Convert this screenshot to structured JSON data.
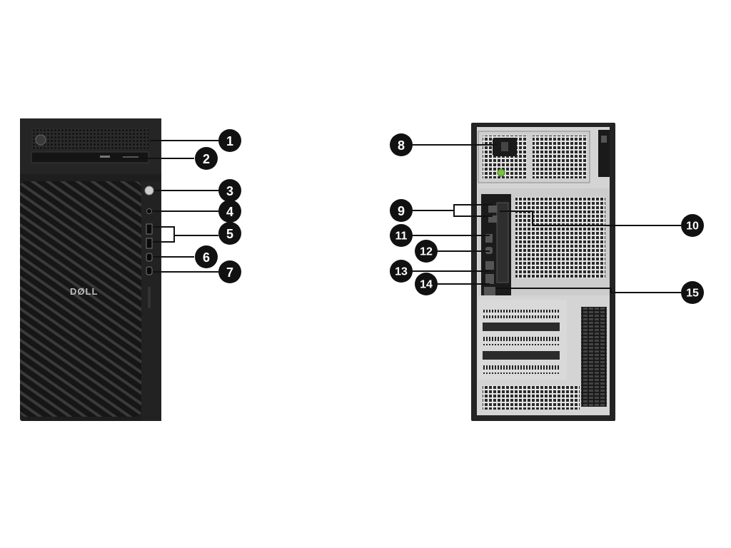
{
  "brand": {
    "logo_text": "DØLL"
  },
  "front_callouts": [
    "1",
    "2",
    "3",
    "4",
    "5",
    "6",
    "7"
  ],
  "rear_callouts": [
    "8",
    "9",
    "10",
    "11",
    "12",
    "13",
    "14",
    "15"
  ],
  "colors": {
    "chassis": "#1e1e1e",
    "chassis_edge": "#2b2b2b",
    "callout_badge": "#111111",
    "callout_text": "#ffffff",
    "leader_line": "#111111",
    "rear_panel": "#d4d4d4",
    "psu_led": "#7ac143"
  }
}
